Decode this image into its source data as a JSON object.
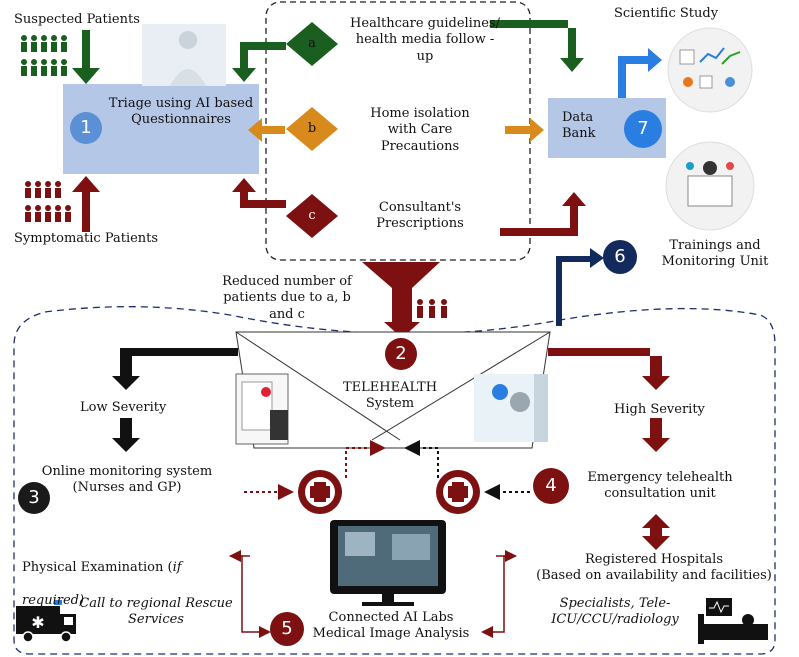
{
  "labels": {
    "suspected_patients": "Suspected Patients",
    "symptomatic_patients": "Symptomatic Patients",
    "triage": "Triage using AI based\nQuestionnaires",
    "option_a_text": "Healthcare guidelines/\nhealth media follow -\nup",
    "option_b_text": "Home isolation\nwith Care\nPrecautions",
    "option_c_text": "Consultant's\nPrescriptions",
    "diamond_a": "a",
    "diamond_b": "b",
    "diamond_c": "c",
    "data_bank": "Data\nBank",
    "scientific_study": "Scientific Study",
    "trainings": "Trainings and\nMonitoring Unit",
    "reduced": "Reduced number of\npatients due to a, b\nand c",
    "telehealth": "TELEHEALTH\nSystem",
    "low_severity": "Low Severity",
    "high_severity": "High Severity",
    "online_monitoring": "Online monitoring system\n(Nurses and GP)",
    "emergency": "Emergency telehealth\nconsultation unit",
    "registered_hospitals": "Registered Hospitals\n(Based on availability and facilities)",
    "specialists": "Specialists, Tele-\nICU/CCU/radiology",
    "physical_exam": "Physical Examination (",
    "physical_exam_if": "if",
    "physical_exam_required": "required)",
    "call_rescue": "Call to regional Rescue\nServices",
    "connected_ai": "Connected AI Labs\nMedical Image Analysis"
  },
  "step_numbers": {
    "n1": "1",
    "n2": "2",
    "n3": "3",
    "n4": "4",
    "n5": "5",
    "n6": "6",
    "n7": "7"
  },
  "colors": {
    "green": "#1a5e20",
    "orange": "#d98a1c",
    "maroon": "#7d1010",
    "navy": "#132a5c",
    "blue": "#2a7de1",
    "triage_box": "#b4c7e7",
    "black_node": "#1a1a1a"
  }
}
